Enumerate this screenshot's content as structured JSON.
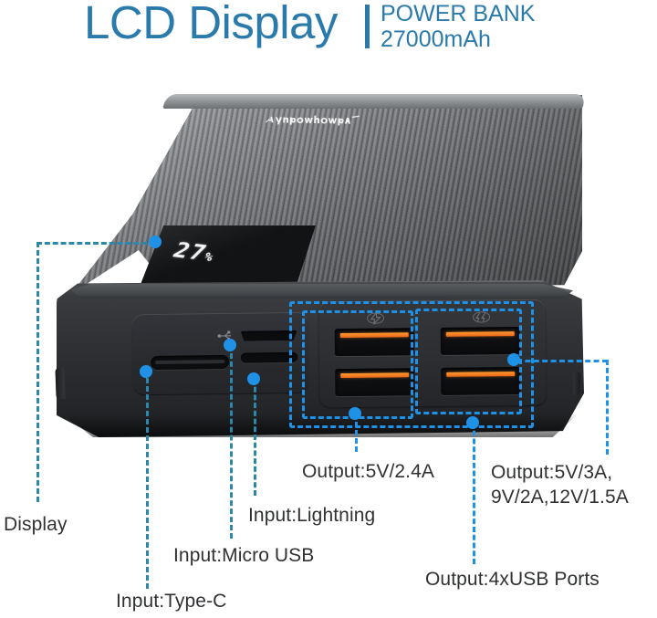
{
  "header": {
    "title": "LCD Display",
    "subtitle_line1": "POWER BANK",
    "subtitle_line2": "27000mAh",
    "accent_color": "#2a7aab"
  },
  "product": {
    "name": "power-bank",
    "brand_logo": "anypow-logo",
    "lcd_value": "27",
    "lcd_unit": "%",
    "usb_port_count": 4,
    "usb_contact_color": "#ed7119",
    "body_color": "#2f3134",
    "top_surface_color": "#7e8185"
  },
  "callouts": {
    "accent_line": "#2d87ab",
    "accent_box": "#1f92e8",
    "items": [
      {
        "id": "display",
        "label": "Display"
      },
      {
        "id": "type-c",
        "label": "Input:Type-C"
      },
      {
        "id": "micro-usb",
        "label": "Input:Micro USB"
      },
      {
        "id": "lightning",
        "label": "Input:Lightning"
      },
      {
        "id": "usb-left",
        "label": "Output:5V/2.4A"
      },
      {
        "id": "usb-right-l1",
        "label": "Output:5V/3A,"
      },
      {
        "id": "usb-right-l2",
        "label": "9V/2A,12V/1.5A"
      },
      {
        "id": "usb-all",
        "label": "Output:4xUSB Ports"
      }
    ]
  }
}
